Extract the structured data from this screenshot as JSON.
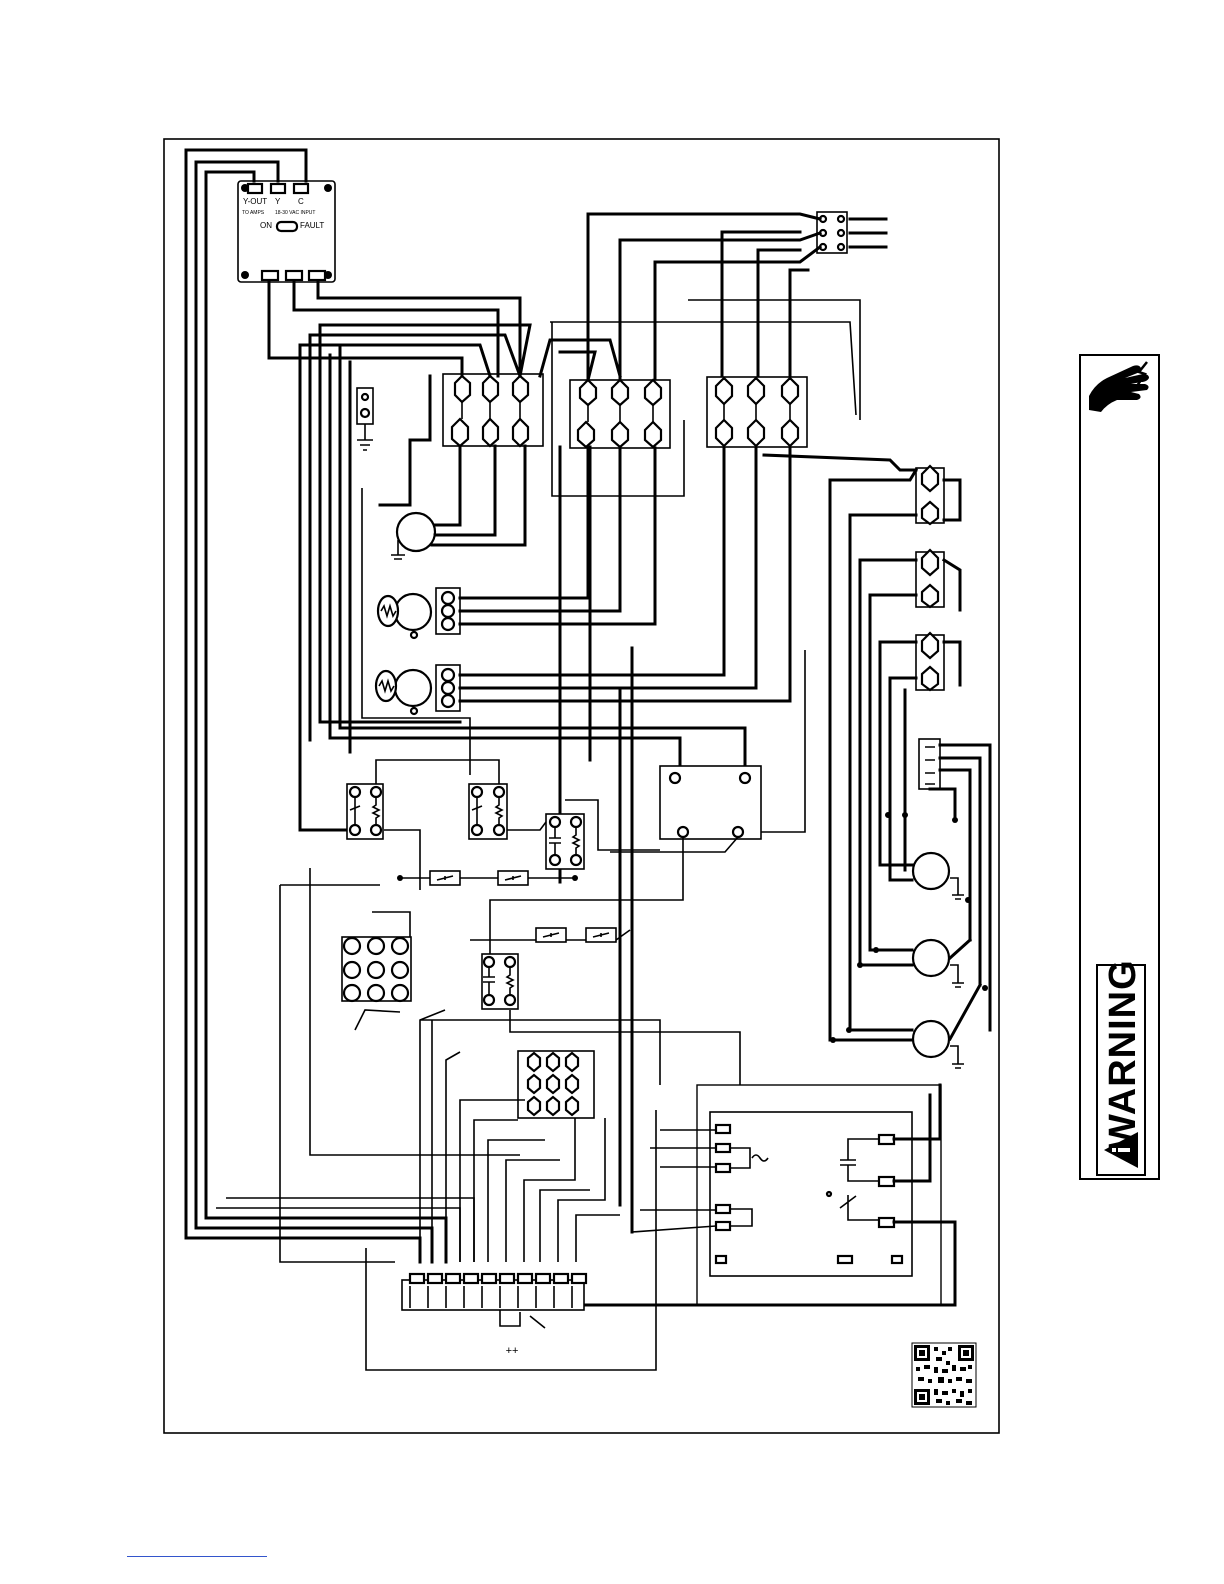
{
  "lcm": {
    "top_terminals": [
      "Y-OUT",
      "Y",
      "C"
    ],
    "line2": [
      "TO AMPS",
      "18-30 VAC INPUT"
    ],
    "on_label": "ON",
    "fault_label": "FAULT"
  },
  "low_voltage_marker": "++",
  "warning": {
    "text": "WARNING"
  },
  "colors": {
    "line": "#000000",
    "background": "#ffffff"
  }
}
